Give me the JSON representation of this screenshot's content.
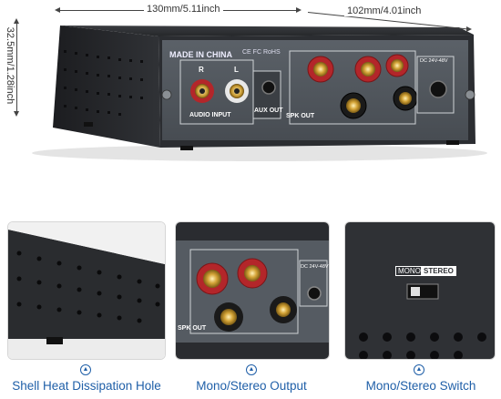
{
  "dimensions": {
    "width": "130mm/5.11inch",
    "depth": "102mm/4.01inch",
    "height": "32.5mm/1.28inch"
  },
  "panel_labels": {
    "made_in": "MADE IN CHINA",
    "ch_r": "R",
    "ch_l": "L",
    "audio_input": "AUDIO INPUT",
    "aux_out": "AUX OUT",
    "spk_out": "SPK OUT",
    "dc": "DC 24V-48V",
    "cert": "CE FC RoHS"
  },
  "switch": {
    "mono": "MONO",
    "stereo": "STEREO"
  },
  "features": [
    {
      "caption": "Shell Heat Dissipation Hole",
      "icon": "up-arrow-icon"
    },
    {
      "caption": "Mono/Stereo Output",
      "icon": "up-arrow-icon"
    },
    {
      "caption": "Mono/Stereo Switch",
      "icon": "up-arrow-icon"
    }
  ],
  "colors": {
    "chassis": "#2e3034",
    "panel": "#50565d",
    "caption": "#1f5fa8",
    "terminal_red": "#b3262a"
  }
}
